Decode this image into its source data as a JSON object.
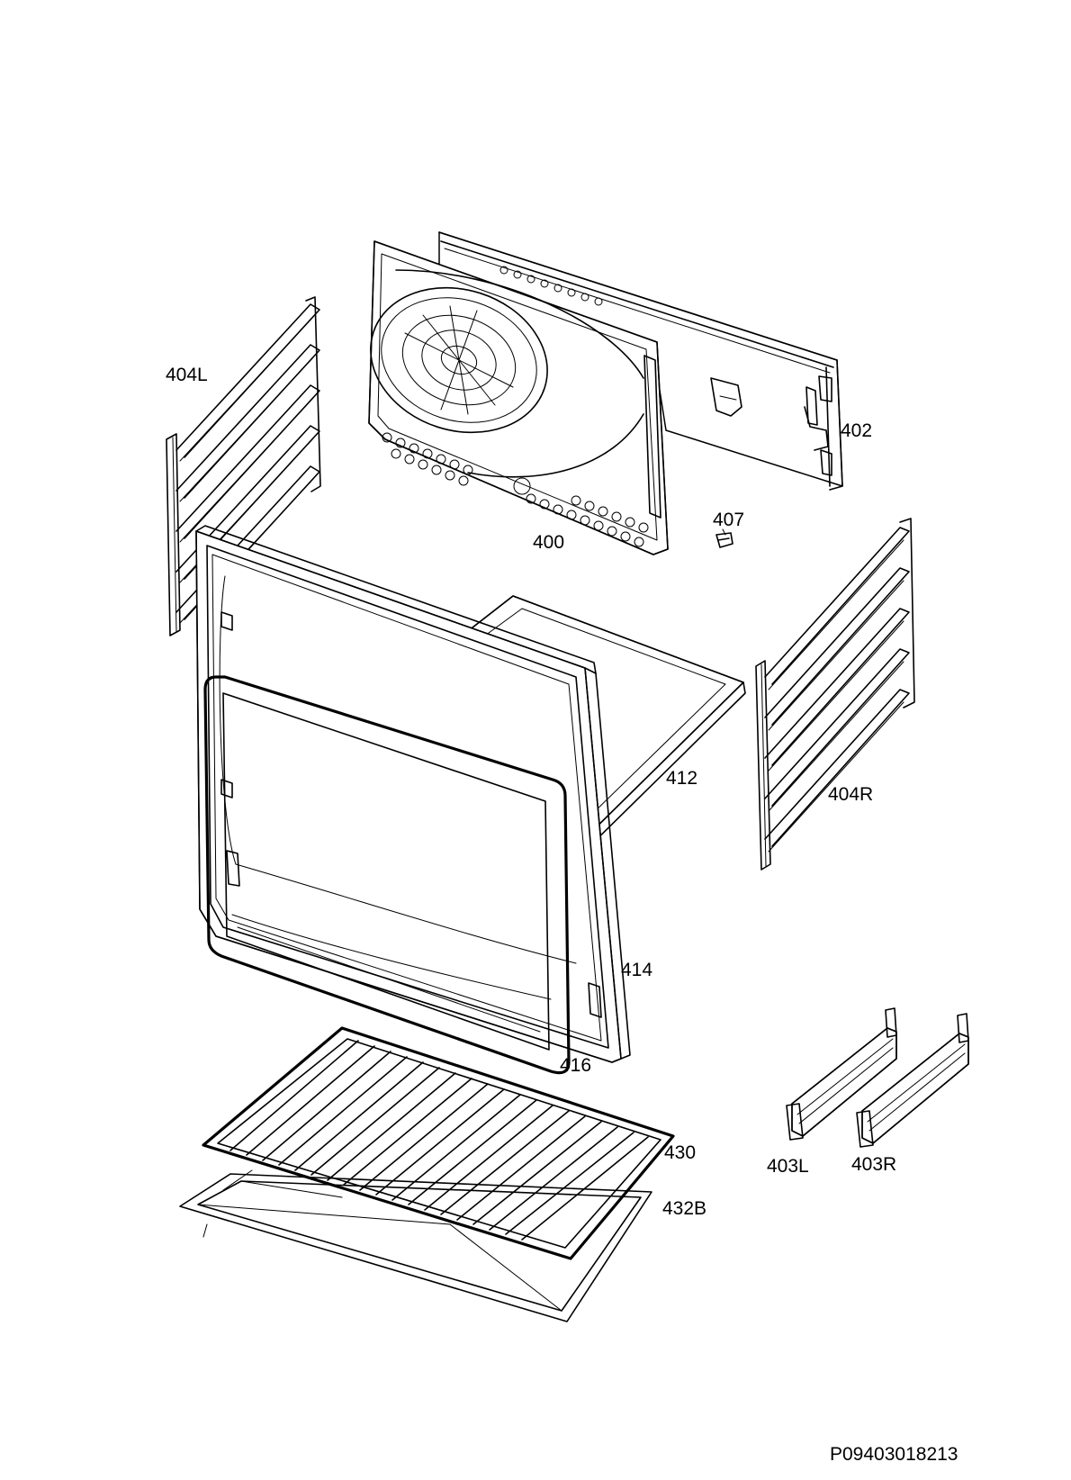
{
  "diagram": {
    "part_labels": {
      "p404L": "404L",
      "p402": "402",
      "p407": "407",
      "p400": "400",
      "p412": "412",
      "p404R": "404R",
      "p414": "414",
      "p416": "416",
      "p430": "430",
      "p432B": "432B",
      "p403L": "403L",
      "p403R": "403R"
    },
    "document_code": "P09403018213"
  }
}
